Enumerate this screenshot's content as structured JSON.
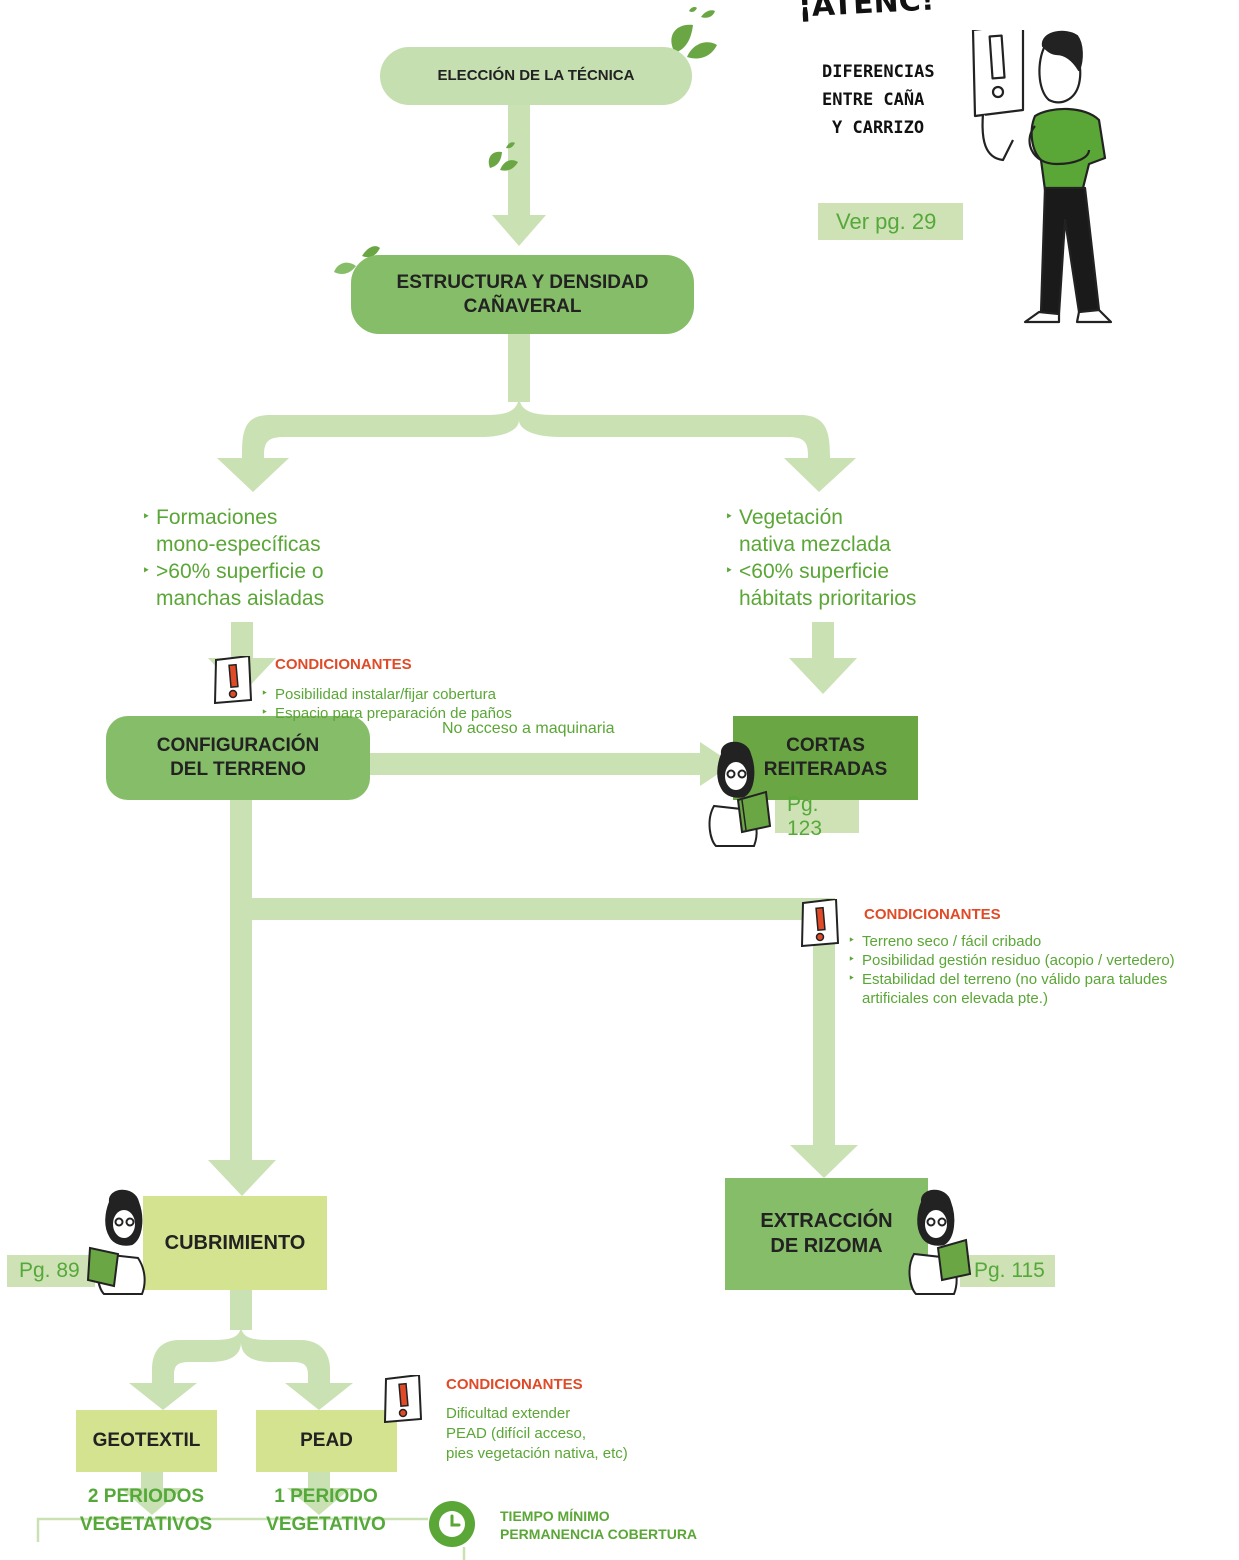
{
  "nodes": {
    "eleccion": "ELECCIÓN DE LA TÉCNICA",
    "estructura_1": "ESTRUCTURA Y DENSIDAD",
    "estructura_2": "CAÑAVERAL",
    "configuracion_1": "CONFIGURACIÓN",
    "configuracion_2": "DEL TERRENO",
    "cortas_1": "CORTAS",
    "cortas_2": "REITERADAS",
    "cubrimiento": "CUBRIMIENTO",
    "extraccion_1": "EXTRACCIÓN",
    "extraccion_2": "DE RIZOMA",
    "geotextil": "GEOTEXTIL",
    "pead": "PEAD",
    "periodos2_1": "2 PERIODOS",
    "periodos2_2": "VEGETATIVOS",
    "periodo1_1": "1 PERIODO",
    "periodo1_2": "VEGETATIVO"
  },
  "left_branch": [
    "Formaciones",
    "mono-específicas",
    ">60% superficie o",
    "manchas aisladas"
  ],
  "right_branch": [
    "Vegetación",
    "nativa mezclada",
    "<60% superficie",
    "hábitats prioritarios"
  ],
  "edge_label": "No acceso a maquinaria",
  "pages": {
    "cortas": "Pg. 123",
    "cubrimiento": "Pg. 89",
    "extraccion": "Pg. 115",
    "atencion": "Ver pg. 29"
  },
  "condicionantes": {
    "title": "CONDICIONANTES",
    "extraccion": [
      "Terreno seco / fácil cribado",
      "Posibilidad gestión residuo (acopio / vertedero)",
      "Estabilidad del terreno (no válido para taludes",
      "artificiales con elevada pte.)"
    ],
    "cubrimiento": [
      "Posibilidad instalar/fijar cobertura",
      "Espacio para preparación de paños"
    ],
    "pead": [
      "Dificultad extender",
      "PEAD (difícil acceso,",
      "pies vegetación nativa, etc)"
    ]
  },
  "tiempo": [
    "TIEMPO MÍNIMO",
    "PERMANENCIA COBERTURA"
  ],
  "atencion": {
    "heading": "¡ATENC!",
    "lines": [
      "DIFERENCIAS",
      "ENTRE CAÑA",
      "Y CARRIZO"
    ]
  },
  "colors": {
    "light_node": "#c5dfb1",
    "mid_node": "#86bd68",
    "dark_node": "#6aa744",
    "yellow_node": "#d4e38f",
    "arrow": "#c9e1b3",
    "red": "#e04a27",
    "green_text": "#5aa636"
  }
}
